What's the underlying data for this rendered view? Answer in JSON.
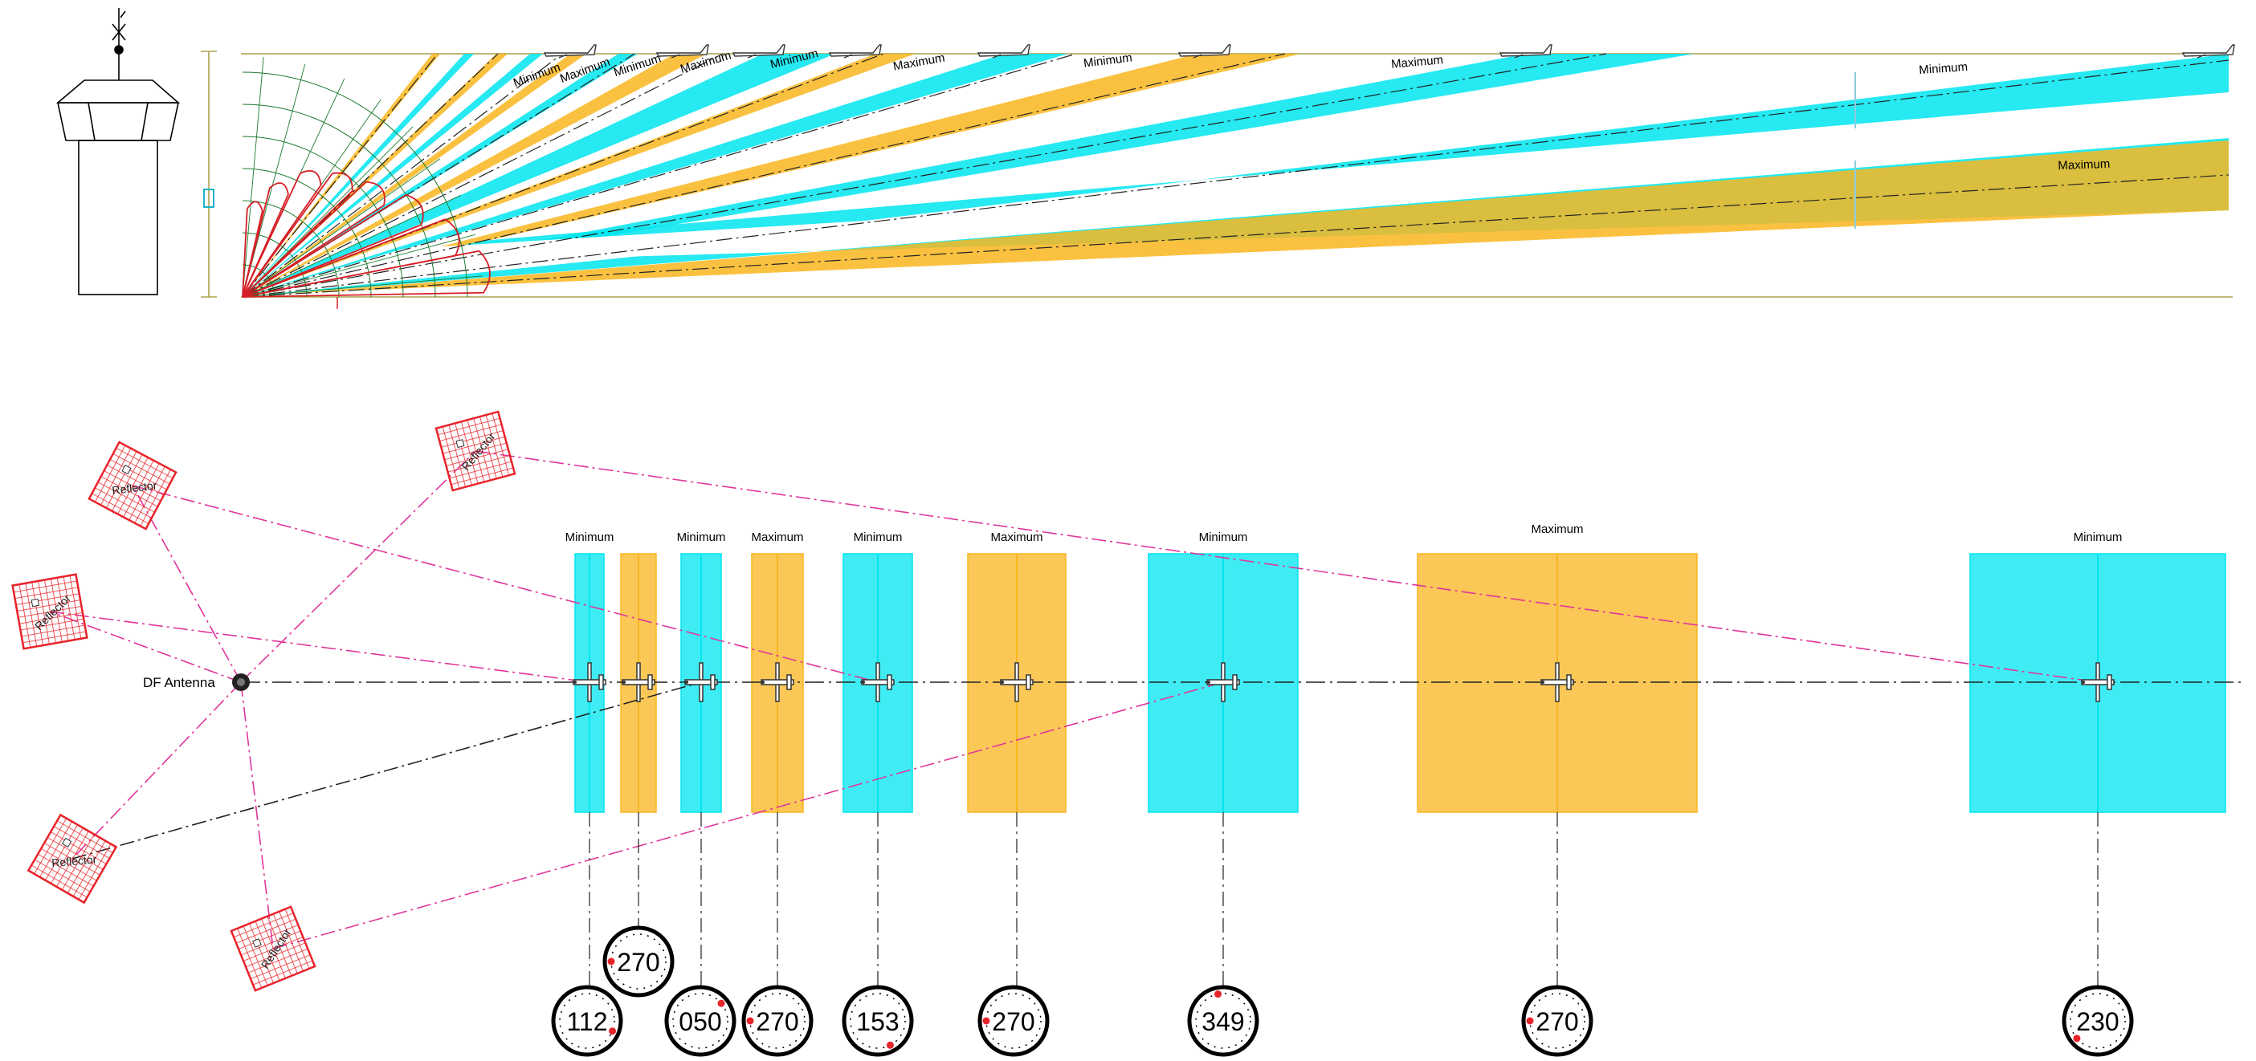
{
  "colors": {
    "minimum": "#00e5ef",
    "maximum": "#f9b620",
    "reflector": "#e8242b",
    "magenta_path": "#e0359a",
    "lobe_red": "#d61f26",
    "lobe_green": "#1a7a2c",
    "ground_line": "#a8a24b",
    "axis": "#000000"
  },
  "side_view": {
    "zone_labels": [
      "Minimum",
      "Maximum",
      "Minimum",
      "Maximum",
      "Minimum",
      "Maximum",
      "Minimum",
      "Maximum",
      "Minimum",
      "Maximum"
    ],
    "height_marker_icon": "bracket-icon",
    "tower_icon": "control-tower-icon",
    "aircraft_icon": "aircraft-side-icon"
  },
  "plan_view": {
    "antenna_label": "DF Antenna",
    "reflector_label": "Reflector",
    "reflector_count": 5,
    "zones": [
      {
        "label": "Minimum",
        "type": "minimum"
      },
      {
        "label": "",
        "type": "maximum"
      },
      {
        "label": "Minimum",
        "type": "minimum"
      },
      {
        "label": "Maximum",
        "type": "maximum"
      },
      {
        "label": "Minimum",
        "type": "minimum"
      },
      {
        "label": "Maximum",
        "type": "maximum"
      },
      {
        "label": "Minimum",
        "type": "minimum"
      },
      {
        "label": "Maximum",
        "type": "maximum"
      },
      {
        "label": "Minimum",
        "type": "minimum"
      }
    ],
    "bearing_dials": [
      "112",
      "270",
      "050",
      "270",
      "153",
      "270",
      "349",
      "270",
      "230"
    ]
  }
}
